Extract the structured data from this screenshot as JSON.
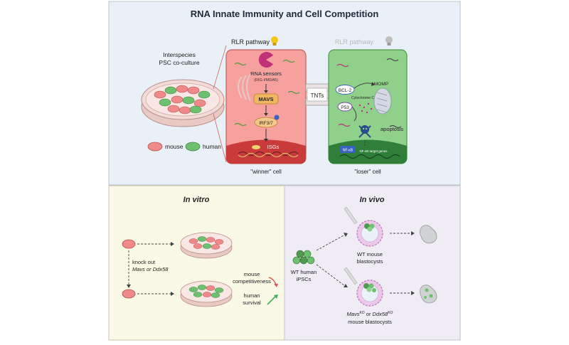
{
  "title": "RNA Innate Immunity and Cell Competition",
  "top": {
    "coculture_label_line1": "Interspecies",
    "coculture_label_line2": "PSC co-culture",
    "legend": {
      "mouse": "mouse",
      "human": "human"
    },
    "winner": {
      "pathway_label": "RLR pathway",
      "rna_sensors": "RNA sensors",
      "rna_sensors_sub": "(RIG-I/MDA5)",
      "mavs": "MAVS",
      "irf": "IRF3/7",
      "isgs": "ISGs",
      "caption": "\"winner\" cell"
    },
    "tnts": "TNTs",
    "loser": {
      "pathway_label": "RLR pathway",
      "bcl2": "BCL-2",
      "momp": "MOMP",
      "cytochrome": "Cytochrome C",
      "p53": "P53",
      "apoptosis": "apoptosis",
      "nfkb": "NF-κB",
      "nfkb_targets": "NF-κB target genes",
      "caption": "\"loser\" cell"
    }
  },
  "invitro": {
    "title": "In vitro",
    "knockout_line1": "knock out",
    "knockout_line2": "Mavs or Ddx58",
    "mouse_comp_line1": "mouse",
    "mouse_comp_line2": "competitiveness",
    "human_surv_line1": "human",
    "human_surv_line2": "survival"
  },
  "invivo": {
    "title": "In vivo",
    "ipsc_line1": "WT human",
    "ipsc_line2": "iPSCs",
    "wt_line1": "WT mouse",
    "wt_line2": "blastocysts",
    "ko_mavs": "Mavs",
    "ko_sup": "KO",
    "ko_or": " or ",
    "ko_ddx": "Ddx58",
    "ko_line2": "mouse blastocysts"
  },
  "colors": {
    "top_bg": "#eaf0f7",
    "invitro_bg": "#faf8e6",
    "invivo_bg": "#efedf3",
    "mouse_cell": "#f08a8a",
    "human_cell": "#6dc06d",
    "winner_cell": "#f6a19e",
    "loser_cell": "#8fd18a",
    "nucleus": "#c93a3a",
    "bulb_on": "#f5c518",
    "bulb_off": "#bdbdbd",
    "arrow_down": "#e05a5a",
    "arrow_up": "#3fae5a"
  }
}
